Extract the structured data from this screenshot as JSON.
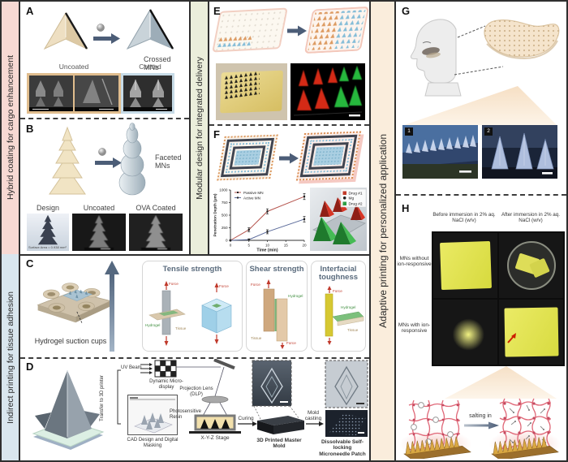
{
  "sidebars": {
    "left_top": "Hybrid coating for cargo enhancement",
    "left_bottom": "Indirect printing for tissue adhesion",
    "middle": "Modular design for integrated delivery",
    "right": "Adaptive printing for personalized application"
  },
  "panels": {
    "A": {
      "letter": "A",
      "result": "Crossed MNs",
      "sem_labels": [
        "Uncoated",
        "Coated"
      ]
    },
    "B": {
      "letter": "B",
      "result": "Faceted MNs",
      "image_labels": [
        "Design",
        "Uncoated",
        "OVA Coated"
      ],
      "design_caption": "Surface Area = 0.938 mm²"
    },
    "C": {
      "letter": "C",
      "caption": "Hydrogel suction cups",
      "tests": [
        {
          "title": "Tensile strength"
        },
        {
          "title": "Shear strength"
        },
        {
          "title": "Interfacial toughness"
        }
      ],
      "annotations": {
        "force": "Force",
        "hydrogel": "Hydrogel",
        "tissue": "Tissue"
      }
    },
    "D": {
      "letter": "D",
      "labels": {
        "uv_beam": "UV Beam",
        "micro_display": "Dynamic Micro-display",
        "transfer": "Transfer to 3D printer",
        "cad": "CAD Design and Digital Masking",
        "lens": "Projection Lens (DLP)",
        "resin": "Photosensitive Resin",
        "stage": "X-Y-Z Stage",
        "curing": "Curing",
        "master_mold": "3D Printed Master Mold",
        "mold_casting": "Mold casting",
        "patch": "Dissolvable Self-locking Microneedle Patch"
      }
    },
    "E": {
      "letter": "E"
    },
    "F": {
      "letter": "F",
      "legend3d": [
        {
          "label": "Drug #1",
          "color": "#c23b2a"
        },
        {
          "label": "Mg",
          "color": "#222222"
        },
        {
          "label": "Drug #2",
          "color": "#2e9e44"
        }
      ]
    },
    "G": {
      "letter": "G",
      "photo_tags": [
        "1",
        "2"
      ]
    },
    "H": {
      "letter": "H",
      "col_headers": [
        "Before immersion in 2% aq. NaCl (w/v)",
        "After immersion in 2% aq. NaCl (w/v)"
      ],
      "row_labels": [
        "MNs without ion-responsive",
        "MNs with ion-responsive"
      ],
      "process": "salting in"
    }
  },
  "chart_data": {
    "type": "line",
    "title": "",
    "xlabel": "Time (min)",
    "ylabel": "Penetration Depth (μm)",
    "xlim": [
      0,
      20
    ],
    "ylim": [
      0,
      1000
    ],
    "xticks": [
      0,
      5,
      10,
      15,
      20
    ],
    "yticks": [
      0,
      250,
      500,
      750,
      1000
    ],
    "x": [
      0,
      5,
      10,
      20
    ],
    "series": [
      {
        "name": "Passive MN",
        "color": "#b5534c",
        "values": [
          0,
          210,
          575,
          870
        ],
        "error": [
          0,
          40,
          50,
          60
        ]
      },
      {
        "name": "Active MN",
        "color": "#5a6a9a",
        "values": [
          0,
          15,
          170,
          420
        ],
        "error": [
          0,
          15,
          40,
          55
        ]
      }
    ],
    "legend_position": "top-left",
    "grid": false
  },
  "colors": {
    "sidebar_left_top": "#f7d9d3",
    "sidebar_left_bottom": "#d9e6ee",
    "sidebar_middle": "#ebeedb",
    "sidebar_right": "#faeddc",
    "mn_orange": "#dd9b62",
    "mn_blue": "#85bdd8",
    "accent_red": "#c0392b",
    "accent_green": "#2e9e44",
    "film_yellow": "#e3e455"
  }
}
